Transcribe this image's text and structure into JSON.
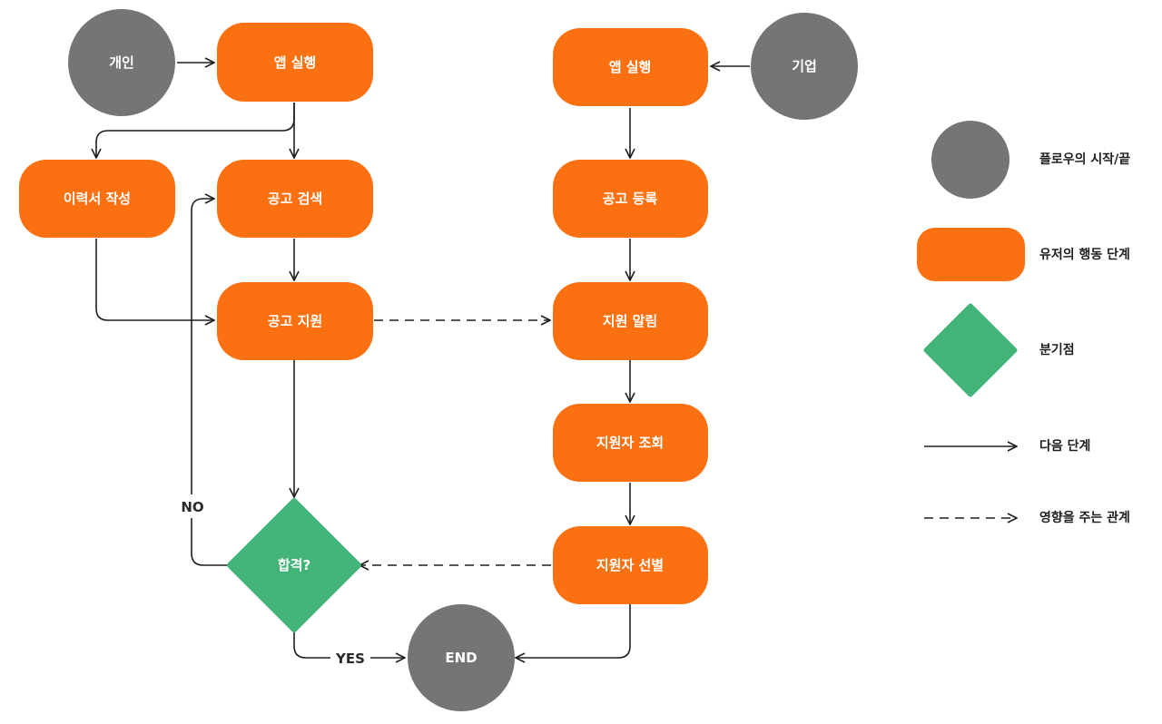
{
  "colors": {
    "terminal": "#757575",
    "action": "#FB7111",
    "decision": "#43B478",
    "line": "#1e1e1e",
    "text_on_shape": "#ffffff"
  },
  "nodes": {
    "start_personal": "개인",
    "start_company": "기업",
    "p_launch": "앱 실행",
    "p_resume": "이력서 작성",
    "p_search": "공고 검색",
    "p_apply": "공고 지원",
    "c_launch": "앱 실행",
    "c_post": "공고 등록",
    "c_notify": "지원 알림",
    "c_view": "지원자 조회",
    "c_select": "지원자 선별",
    "decision": "합격?",
    "end": "END"
  },
  "edge_labels": {
    "no": "NO",
    "yes": "YES"
  },
  "legend": {
    "terminal": "플로우의 시작/끝",
    "action": "유저의 행동 단계",
    "decision": "분기점",
    "next_step": "다음 단계",
    "influence": "영향을 주는 관계"
  }
}
